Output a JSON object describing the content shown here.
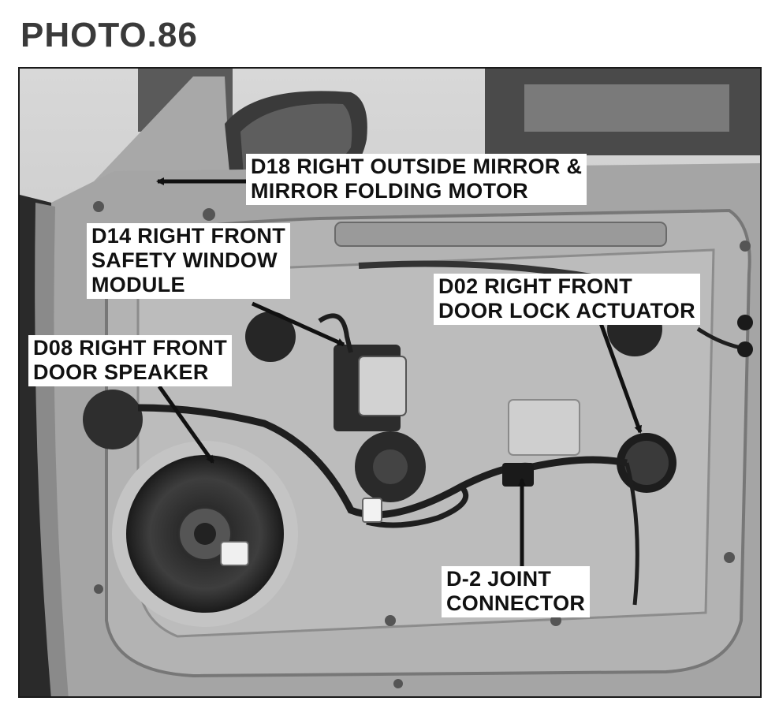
{
  "page": {
    "title": "PHOTO.86"
  },
  "callouts": {
    "d18": {
      "line1": "D18 RIGHT OUTSIDE MIRROR &",
      "line2": "MIRROR FOLDING MOTOR"
    },
    "d14": {
      "line1": "D14 RIGHT FRONT",
      "line2": "SAFETY WINDOW",
      "line3": "MODULE"
    },
    "d02": {
      "line1": "D02 RIGHT FRONT",
      "line2": "DOOR LOCK ACTUATOR"
    },
    "d08": {
      "line1": "D08 RIGHT FRONT",
      "line2": "DOOR SPEAKER"
    },
    "d2joint": {
      "line1": "D-2 JOINT",
      "line2": "CONNECTOR"
    }
  }
}
